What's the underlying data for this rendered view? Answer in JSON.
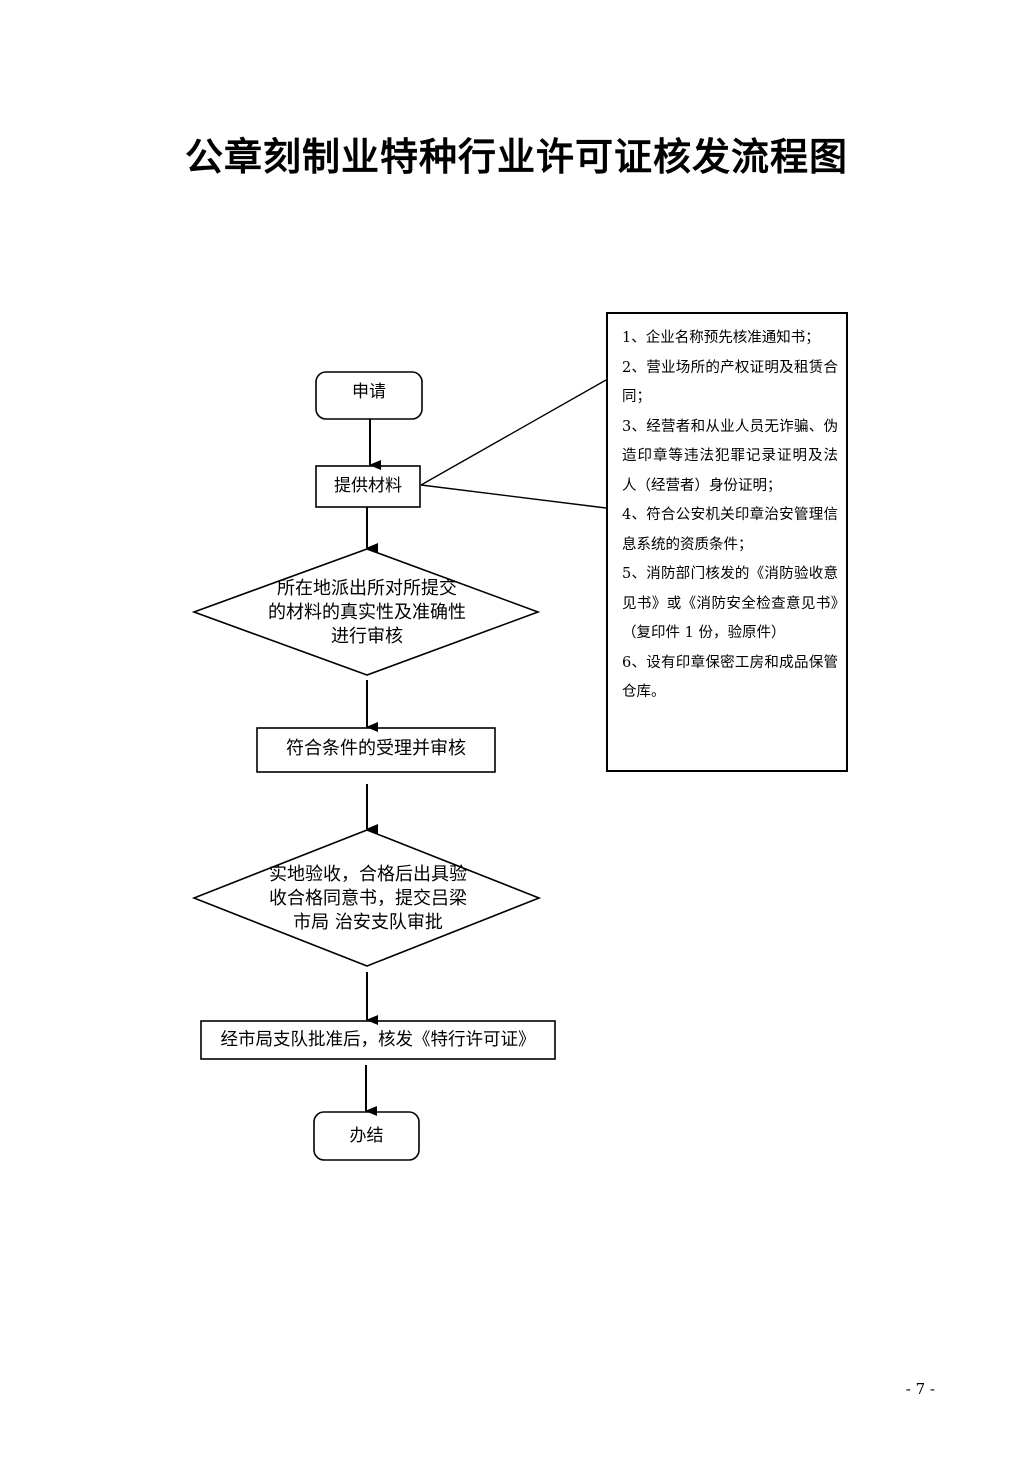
{
  "title": "公章刻制业特种行业许可证核发流程图",
  "flow": {
    "start": "申请",
    "provide_materials": "提供材料",
    "review_authenticity": "所在地派出所对所提交\n的材料的真实性及准确性\n进行审核",
    "accept_review": "符合条件的受理并审核",
    "site_inspection": "实地验收，合格后出具验\n收合格同意书，提交吕梁\n市局  治安支队审批",
    "issue_license": "经市局支队批准后，核发《特行许可证》",
    "end": "办结"
  },
  "requirements": [
    "1、企业名称预先核准通知书；",
    "2、营业场所的产权证明及租赁合同；",
    "3、经营者和从业人员无诈骗、伪造印章等违法犯罪记录证明及法人（经营者）身份证明；",
    "4、符合公安机关印章治安管理信息系统的资质条件；",
    "5、消防部门核发的《消防验收意见书》或《消防安全检查意见书》（复印件 1 份，验原件）",
    "6、设有印章保密工房和成品保管仓库。"
  ],
  "page_number": "- 7 -"
}
